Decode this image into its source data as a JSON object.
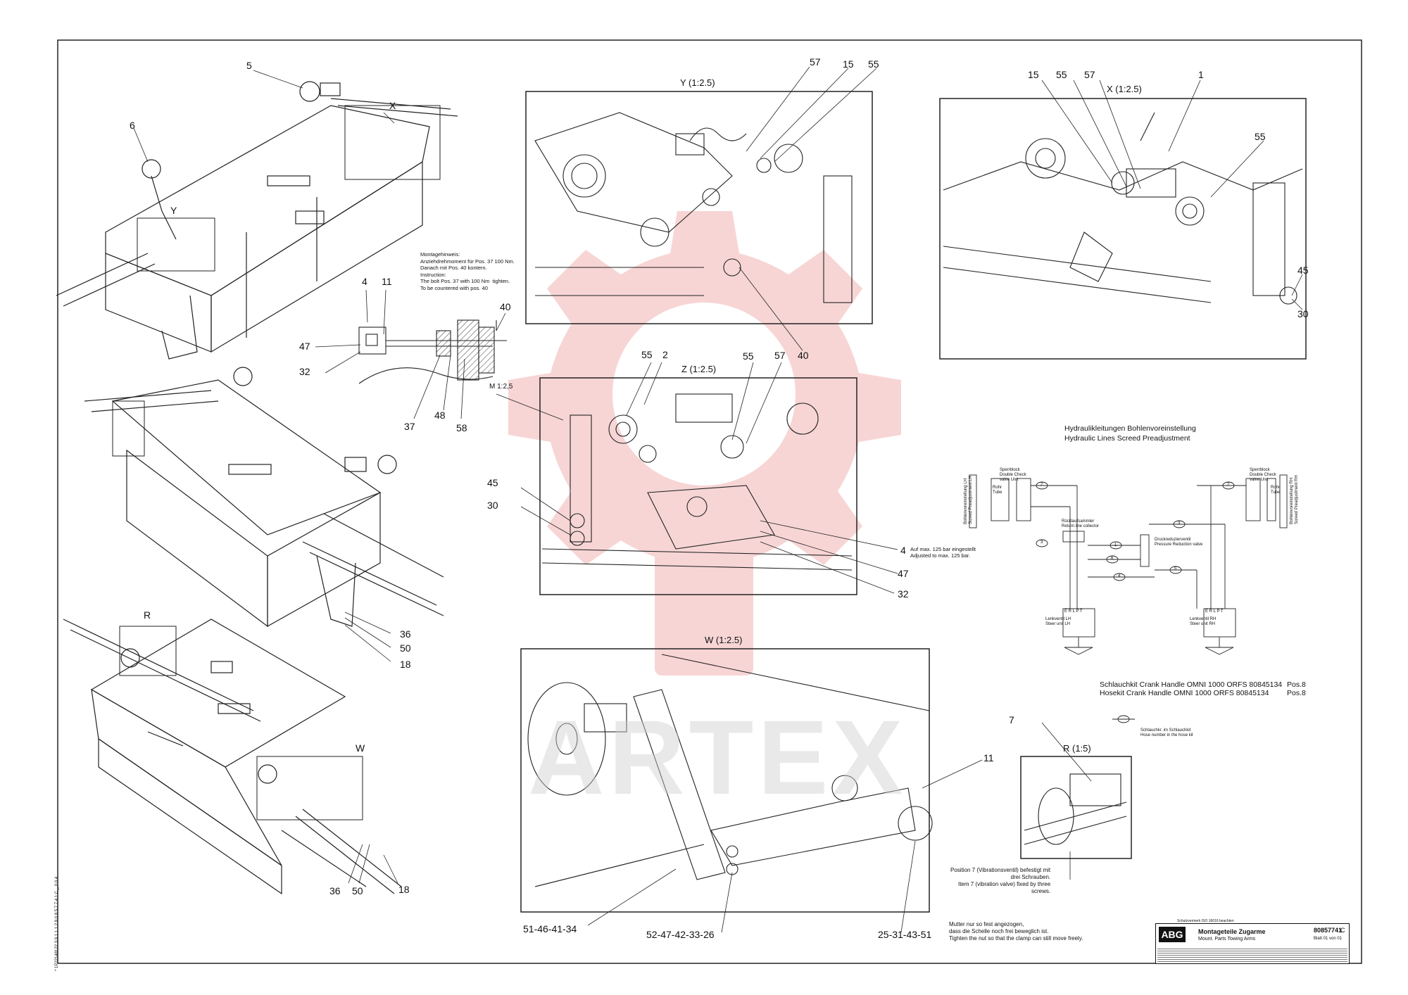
{
  "callouts": {
    "main": [
      "5",
      "6",
      "X",
      "Y",
      "R",
      "W",
      "36",
      "50",
      "18",
      "36",
      "50",
      "18"
    ],
    "section": [
      "4",
      "11",
      "40",
      "47",
      "32",
      "37",
      "48",
      "58"
    ],
    "section_scale": "M 1:2,5",
    "viewY": {
      "title": "Y (1:2.5)",
      "labels": [
        "57",
        "15",
        "55",
        "40"
      ]
    },
    "viewX": {
      "title": "X (1:2.5)",
      "labels": [
        "15",
        "55",
        "57",
        "1",
        "55",
        "45",
        "30"
      ]
    },
    "viewZ": {
      "title": "Z (1:2.5)",
      "labels": [
        "55",
        "2",
        "55",
        "57",
        "45",
        "30",
        "4",
        "47",
        "32"
      ]
    },
    "viewW": {
      "title": "W (1:2.5)",
      "labels": [
        "11",
        "51-46-41-34",
        "52-47-42-33-26",
        "25-31-43-51"
      ]
    },
    "viewR": {
      "title": "R (1:5)",
      "labels": [
        "7"
      ]
    }
  },
  "notes": {
    "montage": "Montagehinweis:\nAnziehdrehmoment für Pos. 37 100 Nm.\nDanach mit Pos. 40 kontern.\nInstruction:\nThe bolt Pos. 37 with 100 Nm  tighten.\nTo be countered with pos. 40",
    "pressure": "Auf max. 125 bar eingestellt\nAdjusted to max. 125 bar.",
    "vibration": "Position 7 (Vibrationsventil) befestigt mit\ndrei Schrauben.\nItem 7 (vibration valve) fixed by three\nscrews.",
    "clamp": "Mutter nur so fest angezogen,\ndass die Schelle noch frei beweglich ist.\nTighten the nut so that the clamp can still move freely."
  },
  "hydraulic": {
    "title_de": "Hydraulikleitungen Bohlenvoreinstellung",
    "title_en": "Hydraulic Lines Screed Preadjustment",
    "left_cyl": "Bohlenvoreinstellung LH\nScreed Preadjustment LH",
    "right_cyl": "Bohlenvoreinstellung RH\nScreed Preadjustment RH",
    "check_valve": "Sperrblock\nDouble Check\nvalve Unit",
    "tube": "Rohr\nTube",
    "return": "Rücklaufsammler\nReturn line collector",
    "reducer": "Druckreduzierventil\nPressure Reduction valve",
    "steer_lh": "Lenkventil LH\nSteer unit LH",
    "steer_rh": "Lenkventil RH\nSteer unit RH",
    "port_labels": "E R L P T",
    "hose_numbers": [
      "2",
      "2",
      "1",
      "3",
      "3",
      "6",
      "4",
      "5"
    ],
    "legend": "Schlauchkr. im Schlauchkit\nHose number in the hose kit"
  },
  "kit": {
    "line1": "Schlauchkit Crank Handle  OMNI 1000 ORFS 80845134",
    "line2": "Hosekit Crank Handle  OMNI 1000 ORFS 80845134",
    "pos1": "Pos.8",
    "pos2": "Pos.8"
  },
  "watermark": "ARTEX",
  "side_code": "* 1P22148122 3 9 1 1 1 2 8 0 8 5 7 7 4 1 C _ 0 0 4",
  "titleblock": {
    "logo": "ABG",
    "title": "Montageteile Zugarme",
    "subtitle": "Mount. Parts Towing Arms",
    "part_no": "80857741",
    "rev": "C",
    "sheet": "Blatt  01   von  01",
    "company": "Schutzvermerk ISO 16016 beachten"
  },
  "colors": {
    "watermark_gear": "#f2b3b3",
    "line": "#222222"
  }
}
